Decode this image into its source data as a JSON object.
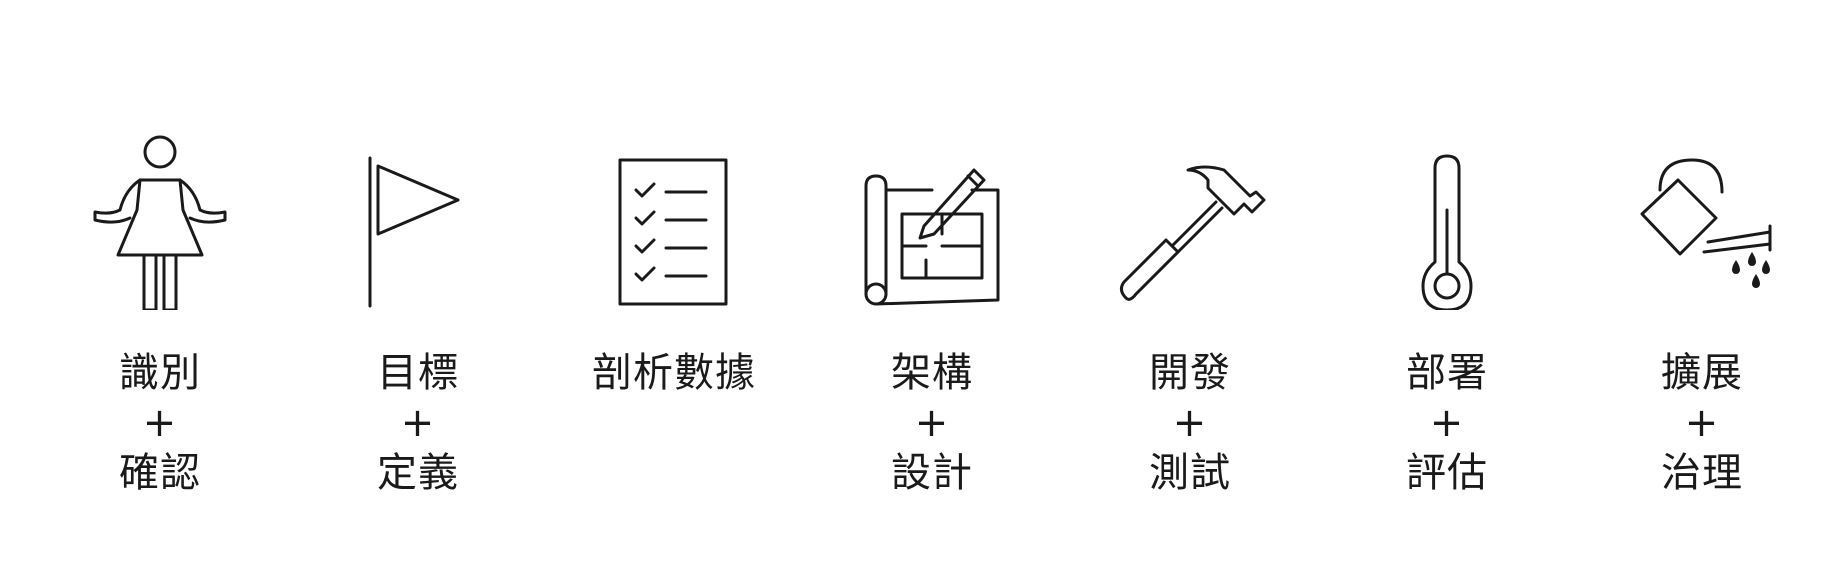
{
  "steps": [
    {
      "icon": "person-shrugging-icon",
      "line1": "識別",
      "plus": "+",
      "line2": "確認"
    },
    {
      "icon": "flag-icon",
      "line1": "目標",
      "plus": "+",
      "line2": "定義"
    },
    {
      "icon": "checklist-icon",
      "line1": "剖析數據"
    },
    {
      "icon": "blueprint-pencil-icon",
      "line1": "架構",
      "plus": "+",
      "line2": "設計"
    },
    {
      "icon": "hammer-icon",
      "line1": "開發",
      "plus": "+",
      "line2": "測試"
    },
    {
      "icon": "thermometer-icon",
      "line1": "部署",
      "plus": "+",
      "line2": "評估"
    },
    {
      "icon": "watering-can-icon",
      "line1": "擴展",
      "plus": "+",
      "line2": "治理"
    }
  ],
  "colors": {
    "ink": "#1a1a1a",
    "background": "#ffffff"
  }
}
